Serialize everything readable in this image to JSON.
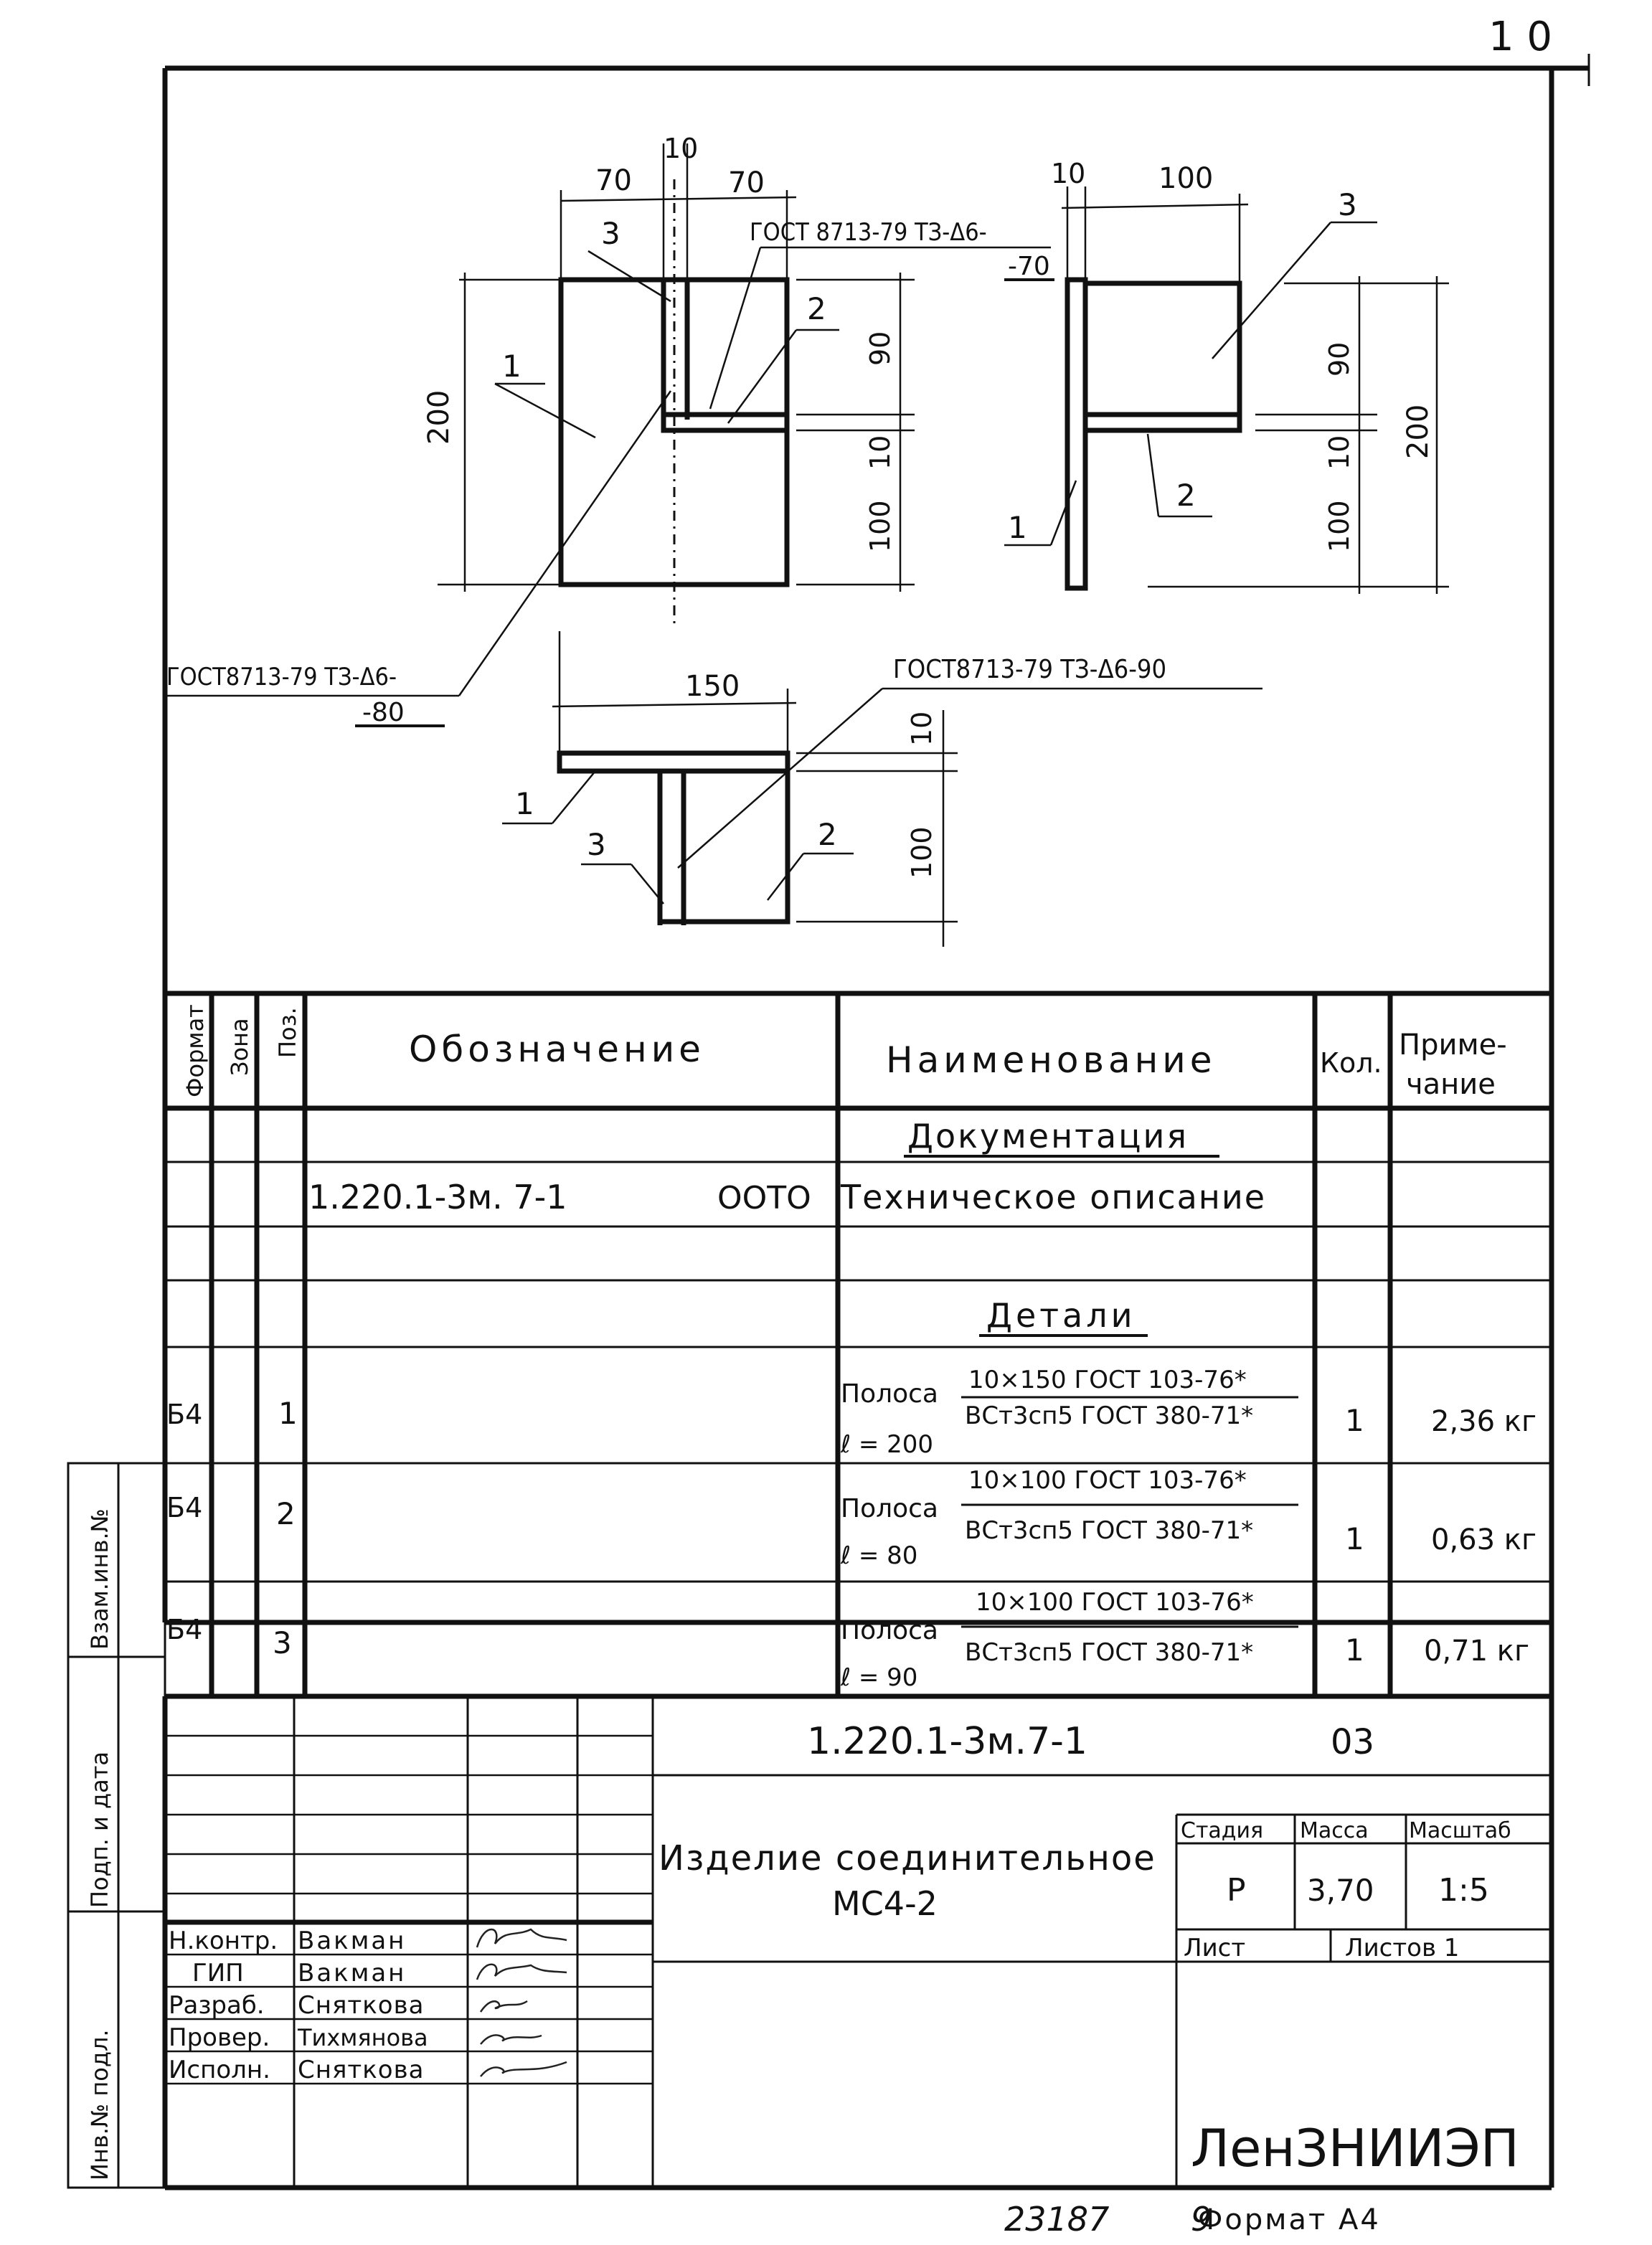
{
  "corner_fragment": "1 0",
  "drawing": {
    "front_view": {
      "dims_top": [
        "70",
        "10",
        "70"
      ],
      "dim_height_total": "200",
      "dims_right": [
        "90",
        "10",
        "100"
      ],
      "pos_labels": [
        "1",
        "2",
        "3"
      ],
      "weld_note_top": "ГОСТ 8713-79  ТЗ-Δ6-",
      "weld_note_top_2": "-70",
      "weld_note_left": "ГОСТ8713-79  ТЗ-Δ6-",
      "weld_note_left_2": "-80"
    },
    "side_view": {
      "dims_top": [
        "10",
        "100"
      ],
      "dims_right_inner": [
        "90",
        "10",
        "100"
      ],
      "dim_height_total": "200",
      "pos_labels": [
        "1",
        "2",
        "3"
      ]
    },
    "plan_view": {
      "dim_width": "150",
      "dims_right": [
        "10",
        "100"
      ],
      "weld_note": "ГОСТ8713-79  ТЗ-Δ6-90",
      "pos_labels": [
        "1",
        "2",
        "3"
      ]
    }
  },
  "spec_table": {
    "headers": {
      "format": "Формат",
      "zone": "Зона",
      "pos": "Поз.",
      "designation": "Обозначение",
      "name": "Наименование",
      "qty": "Кол.",
      "note_1": "Приме-",
      "note_2": "чание"
    },
    "section_documentation": "Документация",
    "doc_row": {
      "designation": "1.220.1-3м. 7-1",
      "code": "ООТО",
      "name": "Техническое описание"
    },
    "section_details": "Детали",
    "rows": [
      {
        "format": "Б4",
        "pos": "1",
        "name": "Полоса",
        "length": "ℓ = 200",
        "spec_top": "10×150 ГОСТ 103-76*",
        "spec_bottom": "ВСт3сп5 ГОСТ 380-71*",
        "qty": "1",
        "note": "2,36 кг"
      },
      {
        "format": "Б4",
        "pos": "2",
        "name": "Полоса",
        "length": "ℓ = 80",
        "spec_top": "10×100 ГОСТ 103-76*",
        "spec_bottom": "ВСт3сп5 ГОСТ 380-71*",
        "qty": "1",
        "note": "0,63 кг"
      },
      {
        "format": "Б4",
        "pos": "3",
        "name": "Полоса",
        "length": "ℓ = 90",
        "spec_top": "10×100 ГОСТ 103-76*",
        "spec_bottom": "ВСт3сп5 ГОСТ 380-71*",
        "qty": "1",
        "note": "0,71 кг"
      }
    ]
  },
  "side_stamp": {
    "inv_podl": "Инв.№ подл.",
    "podp_data": "Подп. и дата",
    "vzam_inv": "Взам.инв.№"
  },
  "title_block": {
    "document_code": "1.220.1-3м.7-1",
    "sheet_code": "03",
    "item_title_1": "Изделие соединительное",
    "item_title_2": "МС4-2",
    "stage_label": "Стадия",
    "mass_label": "Масса",
    "scale_label": "Масштаб",
    "stage_value": "Р",
    "mass_value": "3,70",
    "scale_value": "1:5",
    "sheet_label": "Лист",
    "sheets_label": "Листов 1",
    "organization": "ЛенЗНИИЭП",
    "signatures": [
      {
        "role": "Н.контр.",
        "name": "Вакман"
      },
      {
        "role": "ГИП",
        "name": "Вакман"
      },
      {
        "role": "Разраб.",
        "name": "Сняткова"
      },
      {
        "role": "Провер.",
        "name": "Тихмянова"
      },
      {
        "role": "Исполн.",
        "name": "Сняткова"
      }
    ]
  },
  "footer": {
    "archive_number": "23187",
    "page_number": "9",
    "format": "Формат А4"
  }
}
